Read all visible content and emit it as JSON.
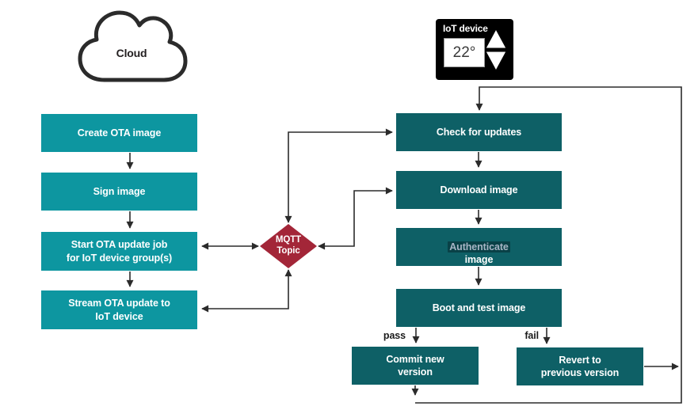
{
  "colors": {
    "left_box": "#0D96A0",
    "right_box": "#0E6066",
    "diamond": "#A32638",
    "line": "#2B2B2B",
    "authenticate_highlight_text": "#A7B5C5"
  },
  "cloud": {
    "label": "Cloud"
  },
  "iot_device": {
    "label": "IoT device",
    "temperature": "22°"
  },
  "left_flow": [
    {
      "label": "Create OTA image"
    },
    {
      "label": "Sign image"
    },
    {
      "label": "Start OTA update job\nfor IoT device group(s)"
    },
    {
      "label": "Stream OTA update to\nIoT device"
    }
  ],
  "broker": {
    "line1": "MQTT",
    "line2": "Topic"
  },
  "right_flow": [
    {
      "label": "Check for updates"
    },
    {
      "label": "Download image"
    },
    {
      "label_highlight": "Authenticate",
      "label_rest": "image"
    },
    {
      "label": "Boot and test image"
    }
  ],
  "outcomes": {
    "pass_label": "pass",
    "fail_label": "fail",
    "commit_label": "Commit new\nversion",
    "revert_label": "Revert to\nprevious version"
  }
}
